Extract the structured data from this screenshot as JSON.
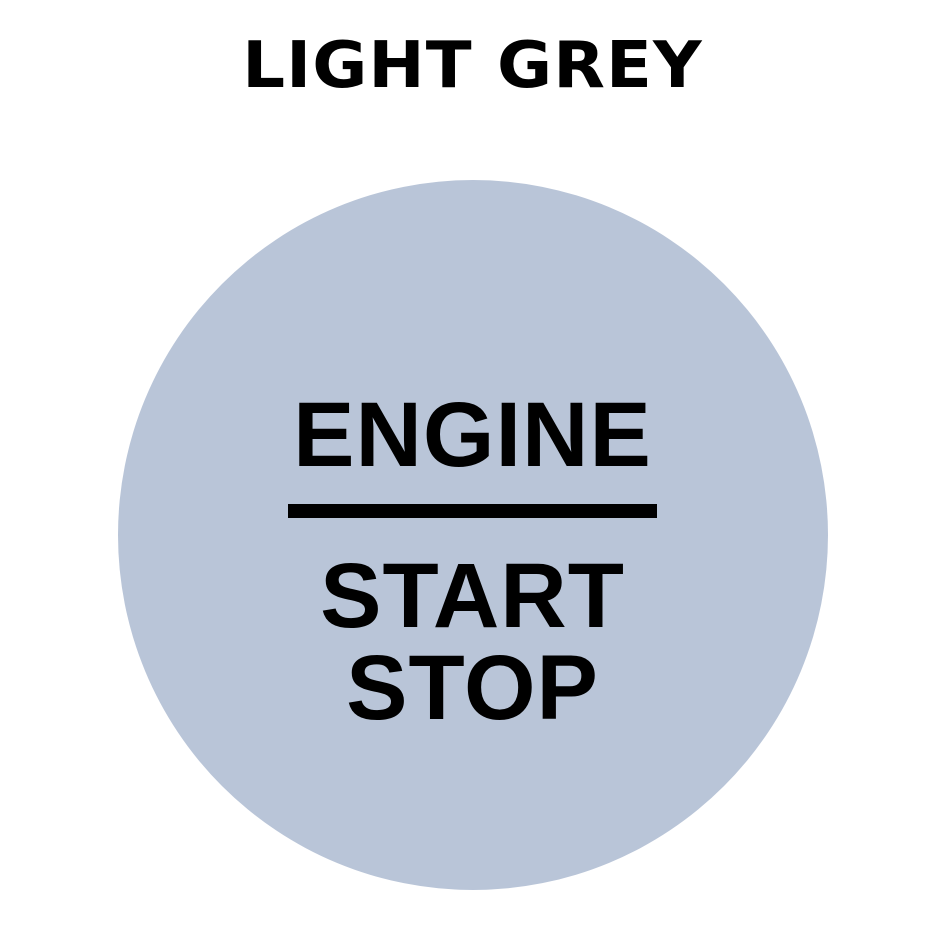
{
  "title": "LIGHT GREY",
  "button": {
    "color": "#B9C5D8",
    "line1": "ENGINE",
    "line2": "START",
    "line3": "STOP"
  }
}
